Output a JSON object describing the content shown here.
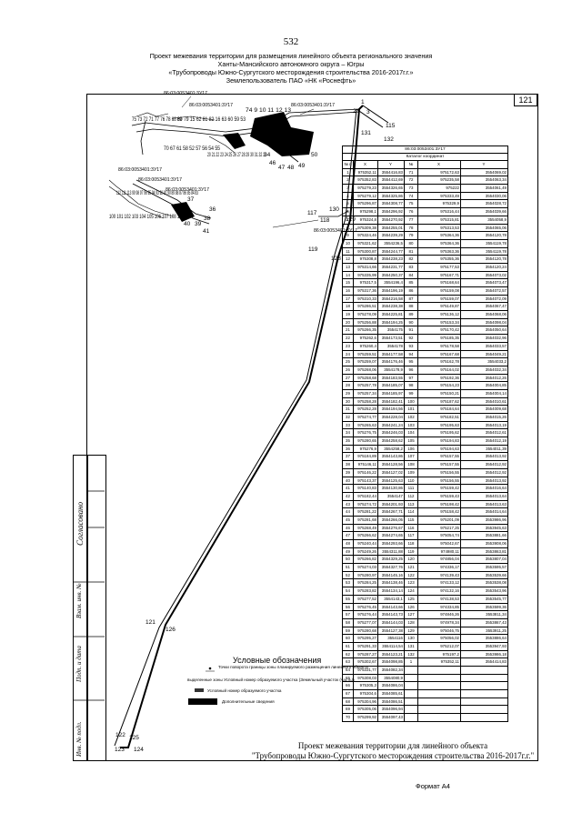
{
  "page_number": "532",
  "header": {
    "line1": "Проект межевания территории для размещения линейного объекта регионального значения",
    "line2": "Ханты-Мансийского автономного округа – Югры",
    "line3": "«Трубопроводы Южно-Сургутского месторождения строительства 2016-2017г.г.»",
    "line4": "Землепользователь ПАО «НК «Роснефть»"
  },
  "sheet_box": "121",
  "map_labels": {
    "cad1": "86:03:0053401:3У17",
    "cad2": "86:03:0053401:3У17",
    "cad3": "86:03:0053401:3У17",
    "cad4": "86:03:0053401:3У17",
    "cad5": "86:03:0053401:3У17",
    "cad6": "86:03:0053401:3У17",
    "cad7": "86:03:0053401:3У17",
    "p1": "1",
    "p2": "2",
    "p3": "3",
    "p115": "115",
    "p131": "131",
    "p132": "132",
    "p117": "117",
    "p118": "118",
    "p129": "129",
    "p130": "130",
    "p119": "119",
    "p128": "128",
    "p121": "121",
    "p126": "126",
    "p122": "122",
    "p123": "123",
    "p124": "124",
    "p125": "125",
    "p50": "50",
    "p46": "46",
    "p47": "47",
    "p48": "48",
    "p49": "49",
    "p34": "34",
    "p38": "38",
    "p39": "39",
    "p40": "40",
    "p41": "41",
    "p37": "37",
    "p36": "36",
    "cluster_a": "75 73 72 71 77 76 78 68 69",
    "cluster_b": "80 79 15 62 81 82 16 63 60 59 53",
    "cluster_c": "70 67 61 58 52 57 56 54 55",
    "cluster_d": "74 9 10 11 12 13",
    "cluster_e": "20 21 22 23 24 25 26 27 28 29 30 31 32 33",
    "cluster_f": "112 111 113 99 98 97 96 95 94 93 92 91 90 89 88 87 86 85 84 83",
    "cluster_g": "100 101 102 103 104 105 106 107 108 109 110"
  },
  "table": {
    "caption": "86:03:0053401:3У17",
    "subcaption": "Каталог координат",
    "head": [
      "№ п",
      "X",
      "Y",
      "№",
      "X",
      "Y"
    ],
    "rows": [
      [
        "1",
        "975352,11",
        "3554416,83",
        "71",
        "975172,63",
        "3554069,02"
      ],
      [
        "2",
        "975352,83",
        "3554412,69",
        "72",
        "975235,58",
        "3554063,34"
      ],
      [
        "3",
        "975279,23",
        "3554326,65",
        "73",
        "975222",
        "3554061,49"
      ],
      [
        "4",
        "975279,12",
        "3554325,86",
        "74",
        "975333,49",
        "3554030,06"
      ],
      [
        "5",
        "975296,87",
        "3554308,77",
        "75",
        "975329,9",
        "3554028,72"
      ],
      [
        "6",
        "975298,1",
        "3554296,92",
        "76",
        "975316,44",
        "3554039,66"
      ],
      [
        "7",
        "975324,8",
        "3554270,92",
        "77",
        "975315,81",
        "3554058,9"
      ],
      [
        "8",
        "975309,38",
        "3554255,01",
        "78",
        "975313,53",
        "3554065,06"
      ],
      [
        "9",
        "975324,46",
        "3554239,29",
        "79",
        "975364,36",
        "3554120,78"
      ],
      [
        "10",
        "975321,62",
        "3554236,5",
        "80",
        "975364,36",
        "3554119,78"
      ],
      [
        "11",
        "975300,87",
        "3554244,77",
        "81",
        "975363,36",
        "3554119,78"
      ],
      [
        "12",
        "975308,8",
        "3554238,23",
        "82",
        "975355,36",
        "3554120,78"
      ],
      [
        "13",
        "975314,66",
        "3554231,77",
        "83",
        "975177,53",
        "3554120,24"
      ],
      [
        "14",
        "975335,99",
        "3554250,37",
        "84",
        "975167,71",
        "3554073,02"
      ],
      [
        "15",
        "975317,5",
        "3554196,4",
        "85",
        "975168,64",
        "3554073,47"
      ],
      [
        "16",
        "975317,36",
        "3554196,19",
        "86",
        "975159,08",
        "3554072,57"
      ],
      [
        "17",
        "975310,33",
        "3554216,58",
        "87",
        "975159,07",
        "3554072,09"
      ],
      [
        "18",
        "975286,51",
        "3554238,38",
        "88",
        "975149,87",
        "3554067,47"
      ],
      [
        "19",
        "975278,09",
        "3554225,81",
        "89",
        "975136,12",
        "3554068,06"
      ],
      [
        "20",
        "975256,88",
        "3554194,25",
        "90",
        "975153,34",
        "3554098,04"
      ],
      [
        "21",
        "975266,35",
        "3554175",
        "91",
        "975170,42",
        "3554050,64"
      ],
      [
        "22",
        "975262,6",
        "3554173,51",
        "92",
        "975185,35",
        "3554032,96"
      ],
      [
        "23",
        "975260,4",
        "3554178",
        "93",
        "975178,58",
        "3554033,57"
      ],
      [
        "24",
        "975259,51",
        "3554177,58",
        "94",
        "975167,68",
        "3554049,21"
      ],
      [
        "25",
        "975259,07",
        "3554176,46",
        "95",
        "975162,78",
        "3554033,2"
      ],
      [
        "26",
        "975268,06",
        "3554178,9",
        "96",
        "975164,02",
        "3554032,34"
      ],
      [
        "27",
        "975258,68",
        "3554183,55",
        "97",
        "975192,36",
        "3554012,26"
      ],
      [
        "28",
        "975257,78",
        "3554185,07",
        "98",
        "975154,23",
        "3554004,85"
      ],
      [
        "29",
        "975257,34",
        "3554185,97",
        "99",
        "975150,21",
        "3554004,14"
      ],
      [
        "30",
        "975258,28",
        "3554182,41",
        "100",
        "975187,62",
        "3554010,61"
      ],
      [
        "31",
        "975252,28",
        "3554194,56",
        "101",
        "975184,64",
        "3554009,68"
      ],
      [
        "32",
        "975274,77",
        "3554228,04",
        "102",
        "975182,51",
        "3554015,26"
      ],
      [
        "33",
        "975265,63",
        "3554241,24",
        "103",
        "975195,63",
        "3554013,19"
      ],
      [
        "34",
        "975276,75",
        "3554246,03",
        "104",
        "975195,62",
        "3554012,61"
      ],
      [
        "35",
        "975280,65",
        "3554258,62",
        "105",
        "975194,83",
        "3554012,19"
      ],
      [
        "36",
        "975276,9",
        "3554258,2",
        "106",
        "975194,63",
        "3554011,39"
      ],
      [
        "37",
        "975184,89",
        "3554143,86",
        "107",
        "975157,55",
        "3554013,92"
      ],
      [
        "38",
        "975146,11",
        "3554128,56",
        "108",
        "975157,55",
        "3554012,92"
      ],
      [
        "39",
        "975146,22",
        "3554127,02",
        "109",
        "975156,55",
        "3554012,92"
      ],
      [
        "40",
        "975143,37",
        "3554125,63",
        "110",
        "975156,55",
        "3554013,92"
      ],
      [
        "41",
        "975140,83",
        "3554130,86",
        "111",
        "975159,42",
        "3554016,64"
      ],
      [
        "42",
        "975182,44",
        "3554147",
        "112",
        "975159,43",
        "3554013,64"
      ],
      [
        "43",
        "975274,72",
        "3554201,93",
        "113",
        "975198,42",
        "3554013,63"
      ],
      [
        "44",
        "975281,22",
        "3554267,71",
        "114",
        "975158,42",
        "3554014,64"
      ],
      [
        "45",
        "975281,68",
        "3554266,05",
        "115",
        "975201,09",
        "3553986,96"
      ],
      [
        "46",
        "975268,49",
        "3554276,67",
        "116",
        "975217,25",
        "3553945,63"
      ],
      [
        "47",
        "975266,62",
        "3554274,65",
        "117",
        "975054,74",
        "3553881,66"
      ],
      [
        "48",
        "975240,44",
        "3554293,66",
        "118",
        "975042,67",
        "3553908,06"
      ],
      [
        "49",
        "975249,26",
        "3554311,88",
        "119",
        "974980,11",
        "3553863,81"
      ],
      [
        "50",
        "975266,82",
        "3554329,25",
        "120",
        "974856,04",
        "3553807,04"
      ],
      [
        "51",
        "975274,03",
        "3554327,76",
        "121",
        "974336,17",
        "3553595,57"
      ],
      [
        "52",
        "975280,97",
        "3554145,16",
        "122",
        "974139,43",
        "3553539,66"
      ],
      [
        "53",
        "975284,25",
        "3554138,46",
        "123",
        "974133,12",
        "3553538,08"
      ],
      [
        "54",
        "975283,82",
        "3554134,14",
        "124",
        "974132,16",
        "3553543,96"
      ],
      [
        "55",
        "975277,52",
        "3554143,1",
        "125",
        "974138,53",
        "3553545,77"
      ],
      [
        "56",
        "975276,45",
        "3554143,66",
        "126",
        "974334,85",
        "3553599,36"
      ],
      [
        "57",
        "975276,44",
        "3554143,73",
        "127",
        "974846,26",
        "3553811,34"
      ],
      [
        "58",
        "975277,07",
        "3554144,03",
        "128",
        "974978,34",
        "3553867,43"
      ],
      [
        "59",
        "975280,68",
        "3554127,38",
        "129",
        "975046,75",
        "3553911,25"
      ],
      [
        "60",
        "975295,27",
        "3554116",
        "130",
        "975056,02",
        "3553886,64"
      ],
      [
        "61",
        "975291,33",
        "3554114,54",
        "131",
        "975212,07",
        "3553947,93"
      ],
      [
        "62",
        "975287,27",
        "3554123,21",
        "132",
        "975197,2",
        "3553986,18"
      ],
      [
        "63",
        "975302,67",
        "3554098,85",
        "1",
        "975352,11",
        "3554414,83"
      ],
      [
        "64",
        "975331,77",
        "3554082,34",
        "",
        "",
        ""
      ],
      [
        "65",
        "975308,03",
        "3554080,9",
        "",
        "",
        ""
      ],
      [
        "66",
        "975305,3",
        "3554086,04",
        "",
        "",
        ""
      ],
      [
        "67",
        "975304,6",
        "3554085,61",
        "",
        "",
        ""
      ],
      [
        "68",
        "975304,96",
        "3554086,51",
        "",
        "",
        ""
      ],
      [
        "69",
        "975305,06",
        "3554096,94",
        "",
        "",
        ""
      ],
      [
        "70",
        "975299,92",
        "3554097,43",
        "",
        "",
        ""
      ]
    ]
  },
  "side_labels": {
    "soglasovano": "Согласовано",
    "vzam": "Взам. инв. №",
    "podp": "Подп. и дата",
    "inv": "Инв. № подл."
  },
  "legend": {
    "title": "Условные обозначения",
    "item1": "Точки поворота границы зоны планируемого размещения линейного объекта",
    "item2": "выделенные зоны Условный номер образуемого участка (Земельный участок (часть))",
    "item3": "Условный номер образуемого участка",
    "item4": "Дополнительные сведения"
  },
  "footer": {
    "line1": "Проект межевания территории  для линейного объекта",
    "line2": "\"Трубопроводы Южно-Сургутского месторождения строительства 2016-2017г.г.\"",
    "format": "Формат А4"
  }
}
